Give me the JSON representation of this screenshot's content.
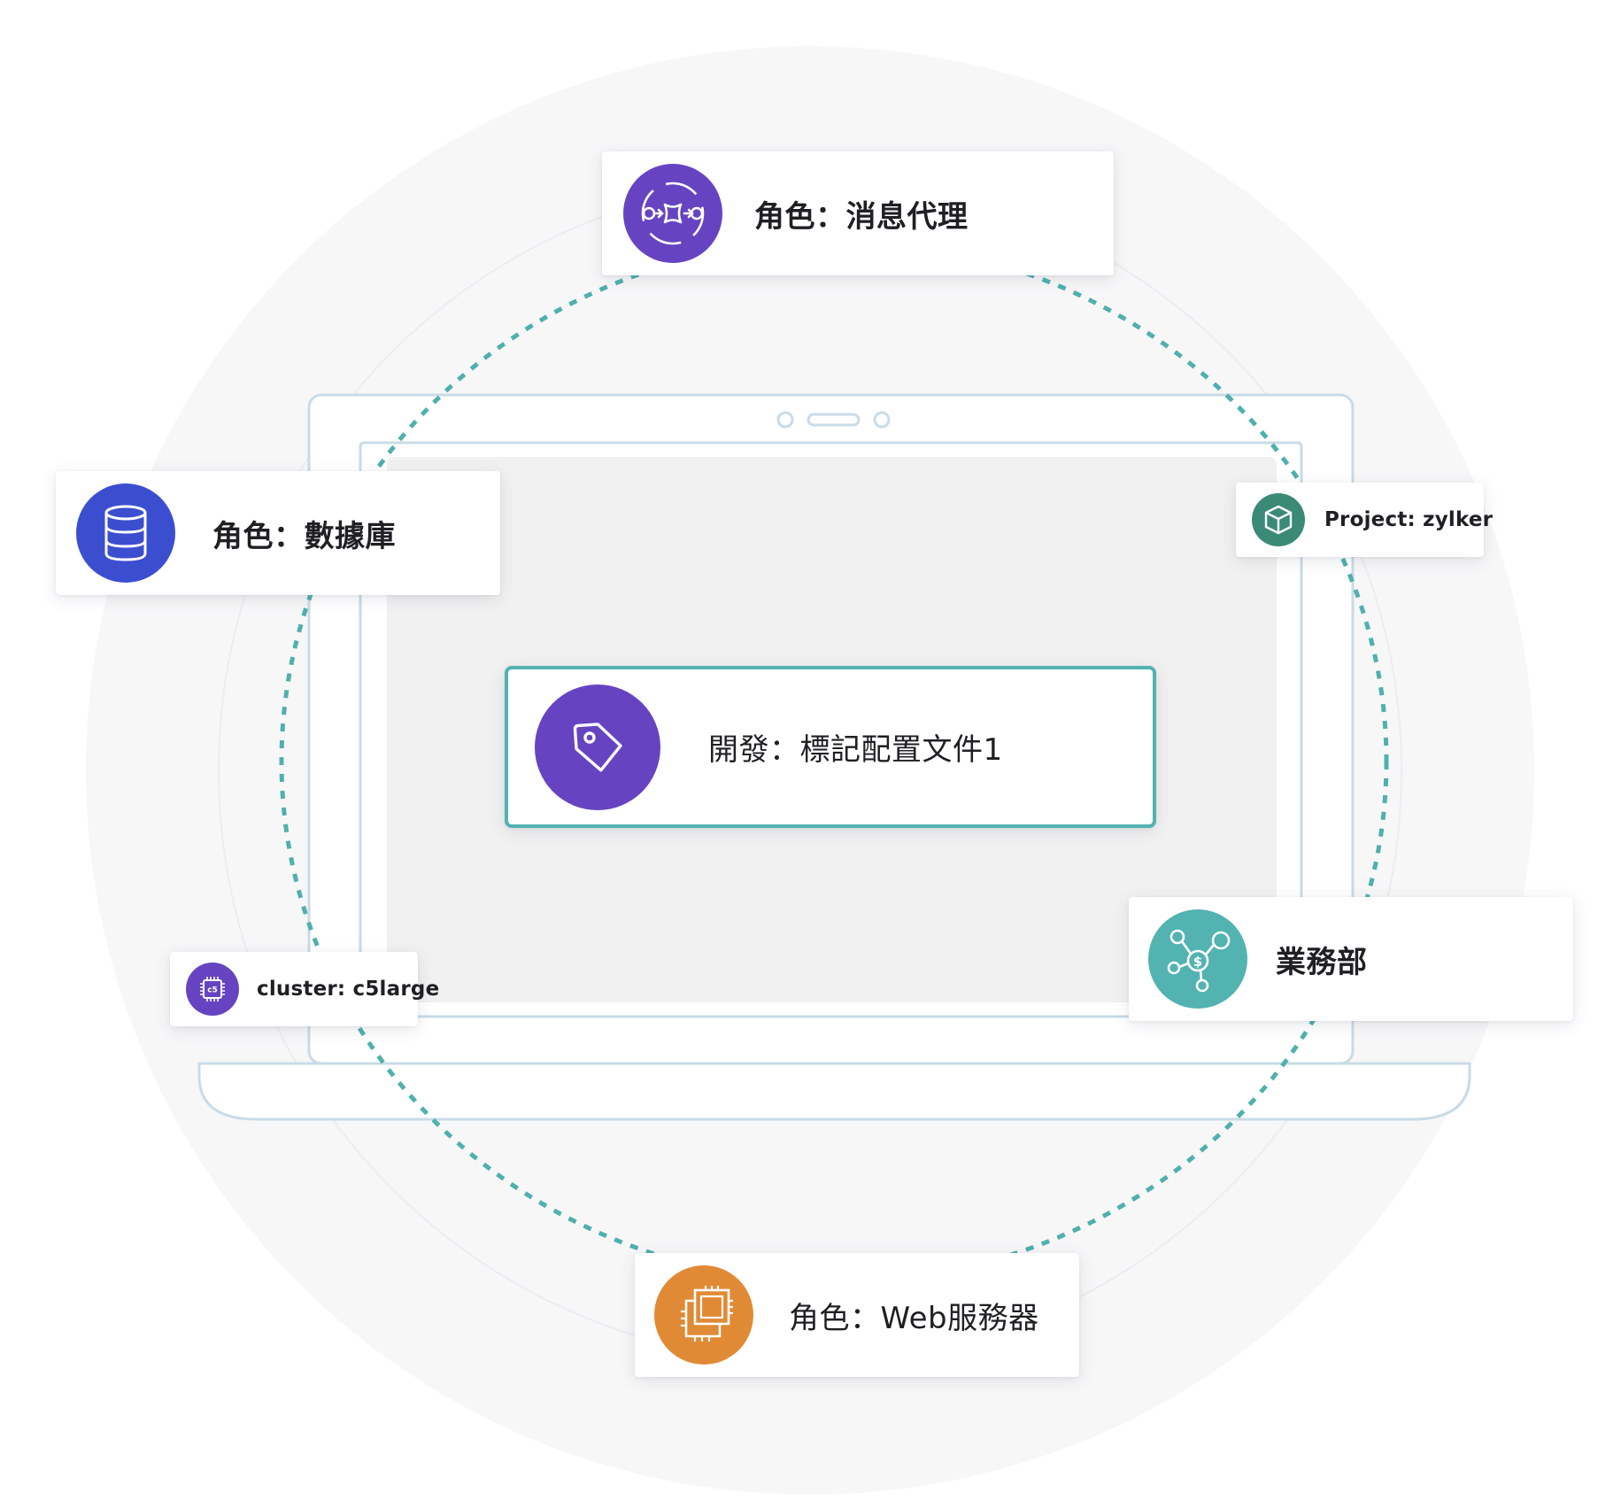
{
  "colors": {
    "teal_ring": "#4fb0ad",
    "laptop_outline": "#c9dbe6",
    "screen_fill": "#f1f1f1",
    "bg_circle": "#f7f7f8",
    "purple": "#6644c1",
    "blue": "#3c4ed0",
    "green": "#3b8a78",
    "teal": "#52b3b1",
    "orange": "#e18a35",
    "card_border_teal": "#52b3b1"
  },
  "central": {
    "label": "開發：標記配置文件1",
    "icon": "tag-icon"
  },
  "tags": {
    "broker": {
      "label": "角色：消息代理",
      "icon": "message-broker-icon"
    },
    "database": {
      "label": "角色：數據庫",
      "icon": "database-icon"
    },
    "project": {
      "label": "Project: zylker",
      "icon": "cube-icon"
    },
    "cluster": {
      "label": "cluster: c5large",
      "icon": "cpu-chip-icon",
      "chip_text": "c5"
    },
    "business": {
      "label": "業務部",
      "icon": "business-network-icon"
    },
    "web": {
      "label": "角色：Web服務器",
      "icon": "server-instances-icon"
    }
  }
}
